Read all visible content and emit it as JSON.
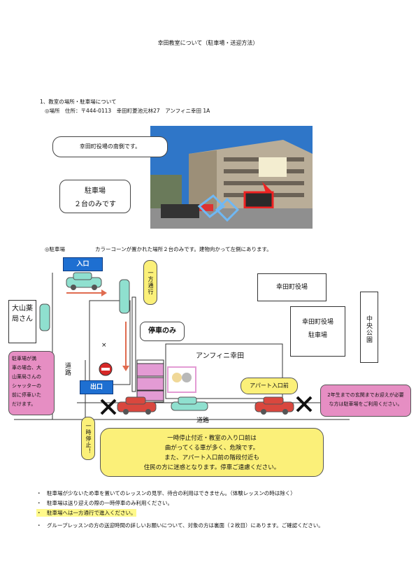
{
  "title": "幸田教室について（駐車場・送迎方法）",
  "section1": {
    "heading": "1、教室の場所・駐車場について",
    "address": "◎場所　住所：〒444-0113　幸田町菱池元林27　アンフィニ幸田 1A"
  },
  "photo": {
    "callout_top": "幸田町役場の南側です。",
    "callout_parking_line1": "駐車場",
    "callout_parking_line2": "２台のみです"
  },
  "parking_note": {
    "label": "◎駐車場",
    "text": "カラーコーンが置かれた場所２台のみです。建物向かって左側にあります。"
  },
  "map": {
    "entrance": "入口",
    "exit": "出口",
    "one_way": "一方通行",
    "temp_stop": "一時停止！",
    "road_side": "道路",
    "road_bottom": "道路",
    "stop_only": "停車のみ",
    "town_hall": "幸田町役場",
    "town_hall_parking_line1": "幸田町役場",
    "town_hall_parking_line2": "駐車場",
    "central_park": "中央公園",
    "pharmacy": "大山薬局さん",
    "building": "アンフィニ幸田",
    "apartment_entrance": "アパート入口前",
    "cross_mark": "×",
    "pink_left_lines": [
      "駐車場が満",
      "車の場合、大",
      "山薬局さんの",
      "シャッターの",
      "前に停車いた",
      "だけます。"
    ],
    "pink_right_lines": [
      "2年生までの玄関までお迎えが必要",
      "な方は駐車場をご利用ください。"
    ],
    "yellow_lines": [
      "一時停止付近・教室の入り口前は",
      "曲がってくる車が多く、危険です。",
      "また、アパート入口前の階段付近も",
      "住民の方に迷惑となります。停車ご遠慮ください。"
    ]
  },
  "bullets": [
    "・　駐車場が少ないため車を置いてのレッスンの見学、待合の利用はできません。（体験レッスンの時は除く）",
    "・　駐車場は送り迎えの際の一時停車のみ利用ください。",
    "・　駐車場へは一方通行で進入ください。",
    "・　グループレッスンの方の送迎時間の詳しいお願いについて、対象の方は裏面（２枚目）にあります。ご確認ください。"
  ],
  "colors": {
    "blue_label": "#1e6fd1",
    "yellow_bubble": "#fbf079",
    "pink_bubble": "#e68ec3",
    "car_red": "#d9473e",
    "car_mint": "#8fe0cf",
    "arrow_red": "#e06b4f"
  }
}
